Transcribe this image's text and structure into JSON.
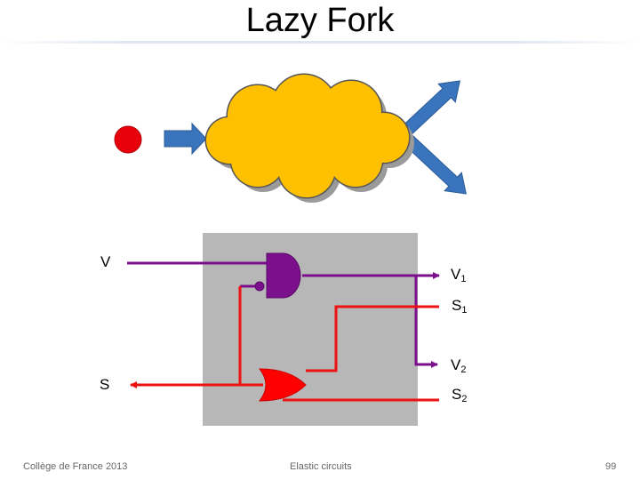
{
  "slide": {
    "title": "Lazy Fork"
  },
  "labels": {
    "v": "V",
    "s": "S",
    "v1_main": "V",
    "v1_sub": "1",
    "s1_main": "S",
    "s1_sub": "1",
    "v2_main": "V",
    "v2_sub": "2",
    "s2_main": "S",
    "s2_sub": "2"
  },
  "colors": {
    "token": "#e8000b",
    "cloud": "#ffc000",
    "arrow": "#3a74bc",
    "panel": "#b7b7b7",
    "valid_wire": "#7b0f8c",
    "stop_wire": "#ee1111"
  },
  "footer": {
    "left": "Collège de France 2013",
    "center": "Elastic circuits",
    "page": "99"
  }
}
